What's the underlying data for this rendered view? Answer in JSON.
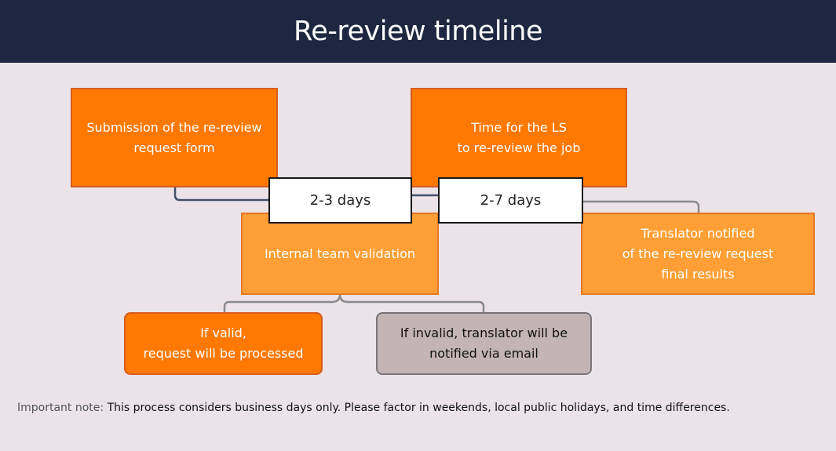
{
  "header": {
    "title": "Re-review timeline"
  },
  "nodes": {
    "submission": "Submission of the re-review\nrequest form",
    "ls_review": "Time for the LS\nto re-review the job",
    "internal_validation": "Internal team validation",
    "translator_notified": "Translator  notified\nof the re-review request\nfinal results",
    "if_valid": "If valid,\nrequest will be processed",
    "if_invalid": "If invalid, translator will be\nnotified via email"
  },
  "durations": {
    "first": "2-3 days",
    "second": "2-7 days"
  },
  "footnote": {
    "label": "Important note:",
    "text": " This process considers business days only. Please factor in weekends, local public holidays, and time differences."
  },
  "colors": {
    "header_background": "#1d2740",
    "page_background": "#ebe3e8",
    "dark_orange": "#ff7900",
    "light_orange": "#ff9f35",
    "rose_gray": "#c4b4b6",
    "navy_connector": "#44506a",
    "gray_connector": "#8a8a8a"
  }
}
